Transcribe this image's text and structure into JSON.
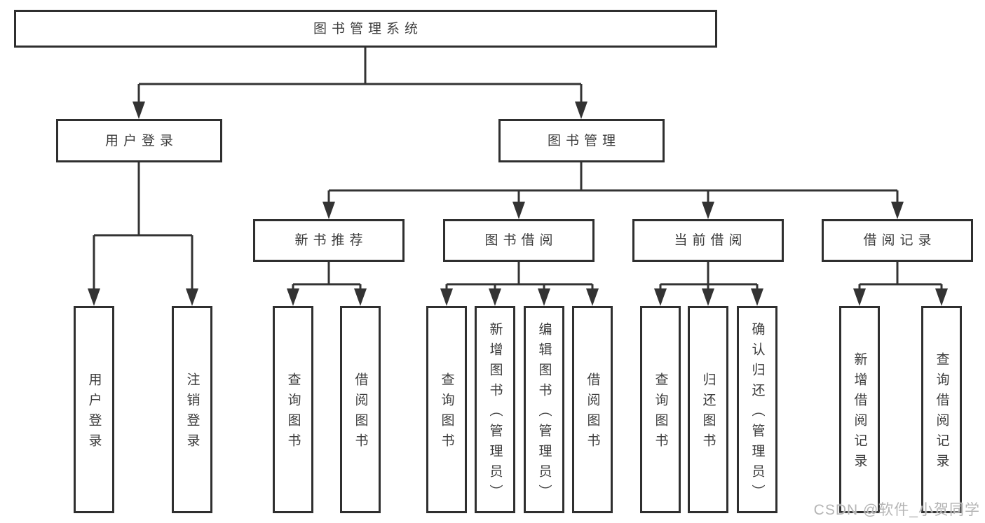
{
  "diagram": {
    "colors": {
      "line": "#333333",
      "box_border": "#2f2f2f",
      "text": "#3c3c3c",
      "background": "#ffffff",
      "watermark": "#b5b5b5"
    },
    "root": {
      "label": "图书管理系统"
    },
    "level2": [
      {
        "label": "用户登录"
      },
      {
        "label": "图书管理"
      }
    ],
    "level3": [
      {
        "label": "新书推荐"
      },
      {
        "label": "图书借阅"
      },
      {
        "label": "当前借阅"
      },
      {
        "label": "借阅记录"
      }
    ],
    "leaves": [
      {
        "label": "用户登录"
      },
      {
        "label": "注销登录"
      },
      {
        "label": "查询图书"
      },
      {
        "label": "借阅图书"
      },
      {
        "label": "查询图书"
      },
      {
        "label": "新增图书（管理员）"
      },
      {
        "label": "编辑图书（管理员）"
      },
      {
        "label": "借阅图书"
      },
      {
        "label": "查询图书"
      },
      {
        "label": "归还图书"
      },
      {
        "label": "确认归还（管理员）"
      },
      {
        "label": "新增借阅记录"
      },
      {
        "label": "查询借阅记录"
      }
    ]
  },
  "watermark": {
    "text": "CSDN @软件_小贺同学"
  }
}
